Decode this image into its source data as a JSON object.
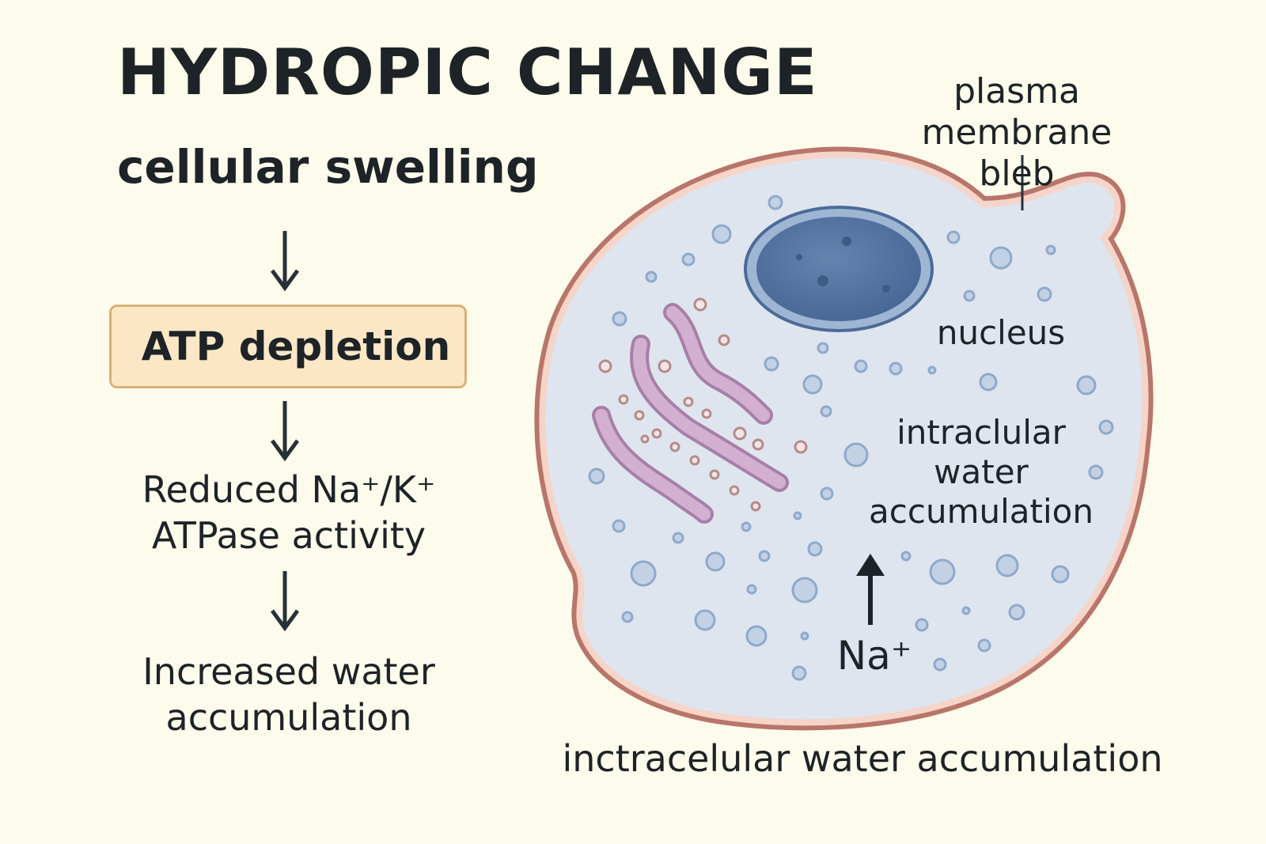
{
  "title": "HYDROPIC CHANGE",
  "subtitle": "cellular swelling",
  "flow": {
    "step1": "ATP depletion",
    "step2": [
      "Reduced Na⁺/K⁺",
      "ATPase activity"
    ],
    "step3": [
      "Increased water",
      "accumulation"
    ]
  },
  "cell": {
    "bleb_label": [
      "plasma membrane",
      "bleb"
    ],
    "nucleus_label": "nucleus",
    "water_label": [
      "intraclular",
      "water",
      "accumulation"
    ],
    "na_label": "Na⁺"
  },
  "caption": "inctracelular water accumulation",
  "colors": {
    "background": "#fdfbeb",
    "text": "#1d2326",
    "box_fill": "#fbe7c6",
    "box_border": "#d9b07a",
    "membrane_outer": "#b8766a",
    "membrane_inner": "#f6d4c8",
    "cytoplasm": "#dee5ef",
    "nucleus": "#5577a5",
    "mitochondria": "#c9a3c9"
  }
}
